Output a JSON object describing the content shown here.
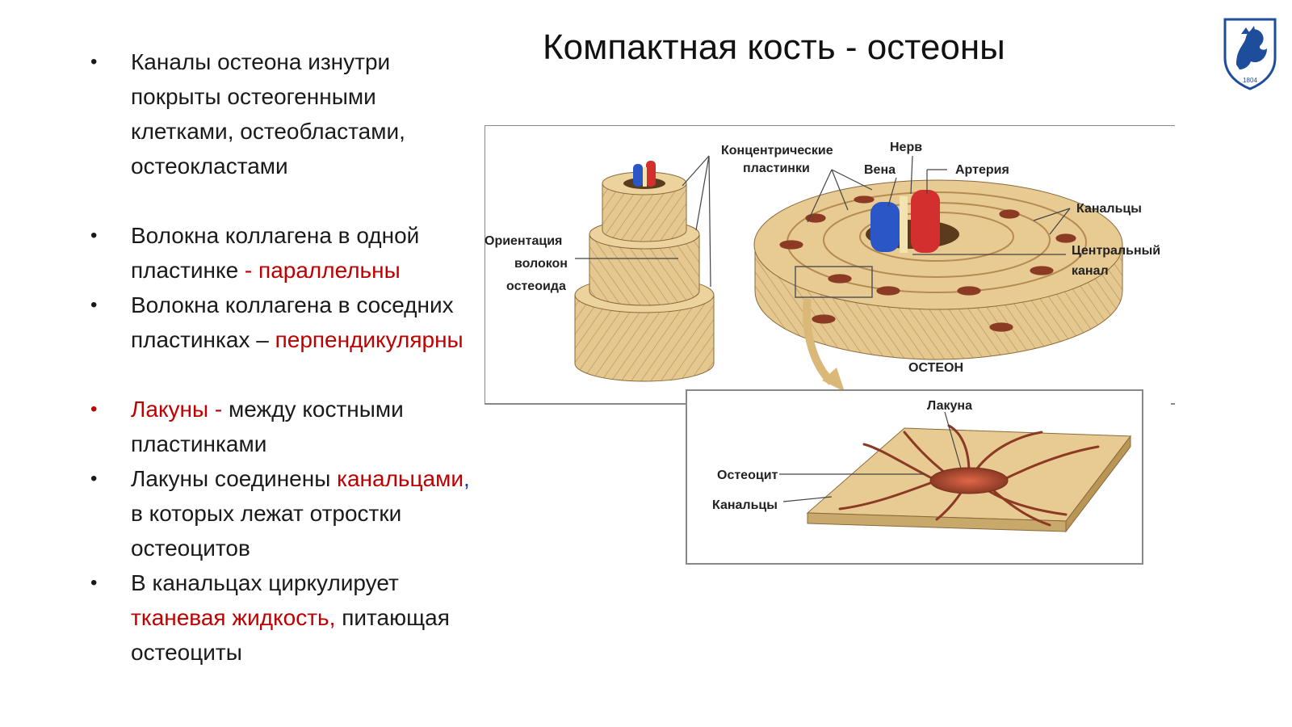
{
  "slide": {
    "title": "Компактная кость - остеоны"
  },
  "bullets": [
    {
      "parts": [
        {
          "text": "Каналы остеона изнутри покрыты остеогенными клетками,  остеобластами, остеокластами",
          "color": "black"
        }
      ]
    },
    {
      "parts": [
        {
          "text": "Волокна коллагена в одной пластинке ",
          "color": "black"
        },
        {
          "text": "- параллельны",
          "color": "red"
        }
      ]
    },
    {
      "parts": [
        {
          "text": "Волокна коллагена в соседних пластинках – ",
          "color": "black"
        },
        {
          "text": "перпендикулярны",
          "color": "red"
        }
      ]
    },
    {
      "parts": [
        {
          "text": "Лакуны - ",
          "color": "red"
        },
        {
          "text": "между костными пластинками",
          "color": "black"
        }
      ],
      "bullet_color": "red"
    },
    {
      "parts": [
        {
          "text": "Лакуны соединены ",
          "color": "black"
        },
        {
          "text": "канальцами",
          "color": "red"
        },
        {
          "text": ",",
          "color": "blue"
        },
        {
          "text": " в которых лежат отростки остеоцитов",
          "color": "black"
        }
      ]
    },
    {
      "parts": [
        {
          "text": "В канальцах циркулирует ",
          "color": "black"
        },
        {
          "text": "тканевая жидкость,",
          "color": "red"
        },
        {
          "text": " питающая остеоциты",
          "color": "black"
        }
      ]
    }
  ],
  "bullet_symbol": "•",
  "figure": {
    "labels": {
      "concentric_1": "Концентрические",
      "concentric_2": "пластинки",
      "nerve": "Нерв",
      "vein": "Вена",
      "artery": "Артерия",
      "canaliculi_top": "Канальцы",
      "central_1": "Центральный",
      "central_2": "канал",
      "orient_1": "Ориентация",
      "orient_2": "волокон",
      "orient_3": "остеоида",
      "osteon": "ОСТЕОН",
      "lacuna": "Лакуна",
      "osteocyte": "Остеоцит",
      "canaliculi_bottom": "Канальцы"
    }
  },
  "logo": {
    "year": "1804"
  },
  "colors": {
    "accent_red": "#c00000",
    "accent_blue": "#1f3a93",
    "bone": "#e3c48e",
    "bone_dark": "#b58b52",
    "cell": "#8b3a24",
    "vein": "#2a56c6",
    "artery": "#d32f2f",
    "logo_blue": "#1e4d9b"
  }
}
